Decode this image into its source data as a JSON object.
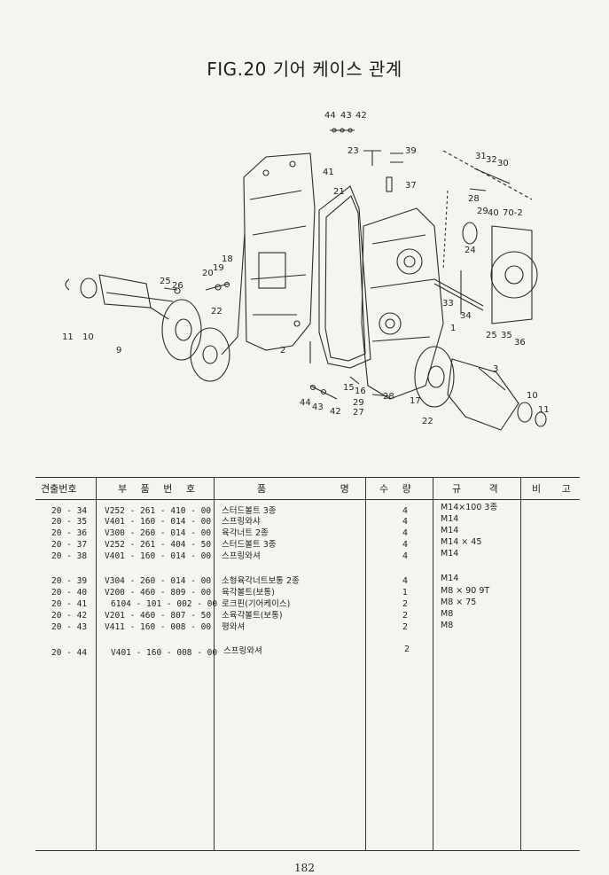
{
  "title": "FIG.20 기어 케이스 관계",
  "callouts": [
    "44",
    "43",
    "42",
    "23",
    "39",
    "37",
    "41",
    "21",
    "31",
    "32",
    "30",
    "28",
    "29",
    "40",
    "70-2",
    "24",
    "20",
    "19",
    "18",
    "25",
    "26",
    "11",
    "10",
    "9",
    "22",
    "2",
    "33",
    "34",
    "1",
    "25",
    "35",
    "36",
    "3",
    "15",
    "16",
    "28",
    "17",
    "44",
    "43",
    "42",
    "29",
    "27",
    "22",
    "10",
    "11"
  ],
  "columns": {
    "ref": "견출번호",
    "part_no": "부 품 번 호",
    "name": "품 명",
    "qty": "수 량",
    "spec": "규 격",
    "remark": "비 고"
  },
  "rows": [
    {
      "ref": "20 - 34",
      "part_no": "V252 - 261 - 410 - 00",
      "name": "스터드볼트 3종",
      "qty": "4",
      "spec": "M14×100 3종"
    },
    {
      "ref": "20 - 35",
      "part_no": "V401 - 160 - 014 - 00",
      "name": "스프링와샤",
      "qty": "4",
      "spec": "M14"
    },
    {
      "ref": "20 - 36",
      "part_no": "V300 - 260 - 014 - 00",
      "name": "육각너트 2종",
      "qty": "4",
      "spec": "M14"
    },
    {
      "ref": "20 - 37",
      "part_no": "V252 - 261 - 404 - 50",
      "name": "스터드볼트 3종",
      "qty": "4",
      "spec": "M14 × 45"
    },
    {
      "ref": "20 - 38",
      "part_no": "V401 - 160 - 014 - 00",
      "name": "스프링와셔",
      "qty": "4",
      "spec": "M14"
    },
    {
      "ref": "20 - 39",
      "part_no": "V304 - 260 - 014 - 00",
      "name": "소형육각너트보통 2종",
      "qty": "4",
      "spec": "M14"
    },
    {
      "ref": "20 - 40",
      "part_no": "V200 - 460 - 809 - 00",
      "name": "육각볼트(보통)",
      "qty": "1",
      "spec": "M8 × 90 9T"
    },
    {
      "ref": "20 - 41",
      "part_no": "6104 - 101 - 002 - 00",
      "name": "로크핀(기어케이스)",
      "qty": "2",
      "spec": "M8 × 75"
    },
    {
      "ref": "20 - 42",
      "part_no": "V201 - 460 - 807 - 50",
      "name": "소육각볼트(보통)",
      "qty": "2",
      "spec": "M8"
    },
    {
      "ref": "20 - 43",
      "part_no": "V411 - 160 - 008 - 00",
      "name": "평와셔",
      "qty": "2",
      "spec": "M8"
    },
    {
      "ref": "20 - 44",
      "part_no": "V401 - 160 - 008 - 00",
      "name": "스프링와셔",
      "qty": "2",
      "spec": ""
    }
  ],
  "page_number": "182"
}
